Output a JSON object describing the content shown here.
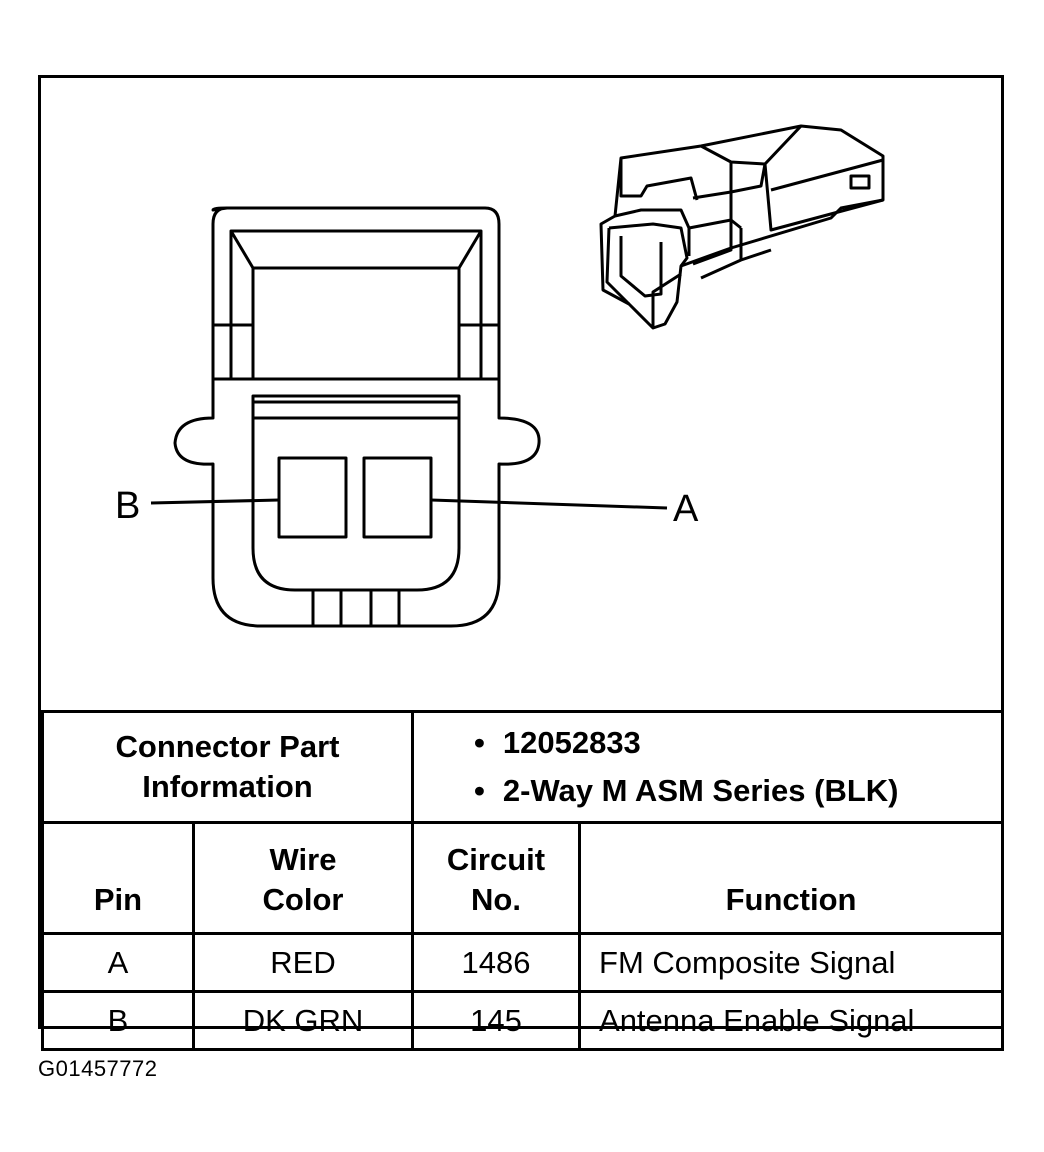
{
  "diagram": {
    "callouts": {
      "pin_b": "B",
      "pin_a": "A"
    }
  },
  "connector_info": {
    "label_line1": "Connector Part",
    "label_line2": "Information",
    "bullets": [
      "12052833",
      "2-Way M ASM Series (BLK)"
    ]
  },
  "table": {
    "headers": {
      "pin": "Pin",
      "wire_line1": "Wire",
      "wire_line2": "Color",
      "circuit_line1": "Circuit",
      "circuit_line2": "No.",
      "function": "Function"
    },
    "rows": [
      {
        "pin": "A",
        "wire_color": "RED",
        "circuit": "1486",
        "function": "FM Composite Signal"
      },
      {
        "pin": "B",
        "wire_color": "DK GRN",
        "circuit": "145",
        "function": "Antenna Enable Signal"
      }
    ]
  },
  "figure_id": "G01457772"
}
